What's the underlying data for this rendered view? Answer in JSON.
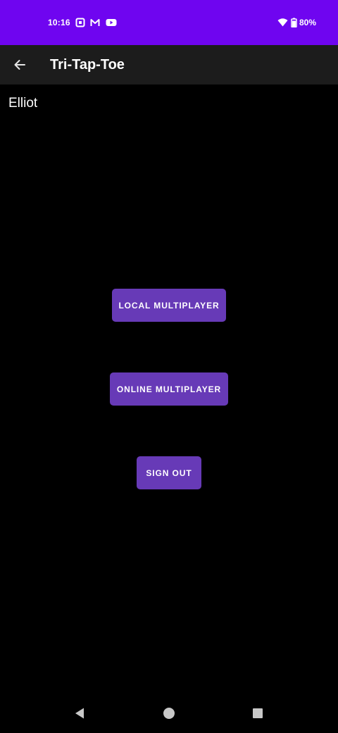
{
  "status_bar": {
    "time": "10:16",
    "battery_percent": "80%",
    "notification_icons": [
      "square-notification-icon",
      "gmail-icon",
      "youtube-icon"
    ],
    "system_icons": [
      "wifi-icon",
      "battery-icon"
    ],
    "background_color": "#6f05f0"
  },
  "app_bar": {
    "title": "Tri-Tap-Toe",
    "back_icon": "arrow-back-icon",
    "background_color": "#1c1c1c"
  },
  "main": {
    "player_name": "Elliot",
    "buttons": {
      "local": "LOCAL MULTIPLAYER",
      "online": "ONLINE MULTIPLAYER",
      "sign_out": "SIGN OUT"
    },
    "button_color": "#673ab7"
  },
  "nav_bar": {
    "icons": [
      "nav-back-icon",
      "nav-home-icon",
      "nav-recents-icon"
    ]
  }
}
